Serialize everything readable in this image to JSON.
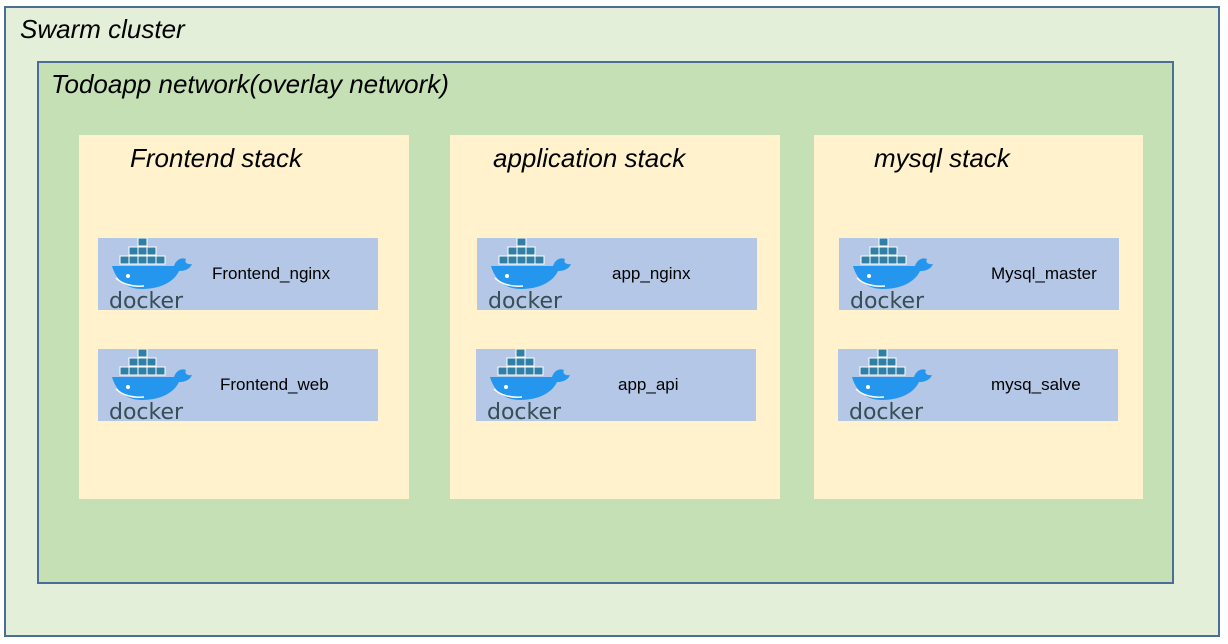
{
  "cluster": {
    "title": "Swarm cluster"
  },
  "network": {
    "title": "Todoapp network(overlay network)"
  },
  "stacks": [
    {
      "title": "Frontend stack",
      "services": [
        {
          "label": "Frontend_nginx"
        },
        {
          "label": "Frontend_web"
        }
      ]
    },
    {
      "title": "application stack",
      "services": [
        {
          "label": "app_nginx"
        },
        {
          "label": "app_api"
        }
      ]
    },
    {
      "title": "mysql stack",
      "services": [
        {
          "label": "Mysql_master"
        },
        {
          "label": "mysq_salve"
        }
      ]
    }
  ],
  "logo": {
    "text": "docker",
    "icon": "docker-whale-icon"
  },
  "colors": {
    "cluster_bg": "#e3efd8",
    "network_bg": "#c5e0b4",
    "border": "#4a6e97",
    "stack_bg": "#fff2cc",
    "service_bg": "#b4c7e7",
    "docker_blue": "#2496ed",
    "docker_dark": "#384d54"
  }
}
